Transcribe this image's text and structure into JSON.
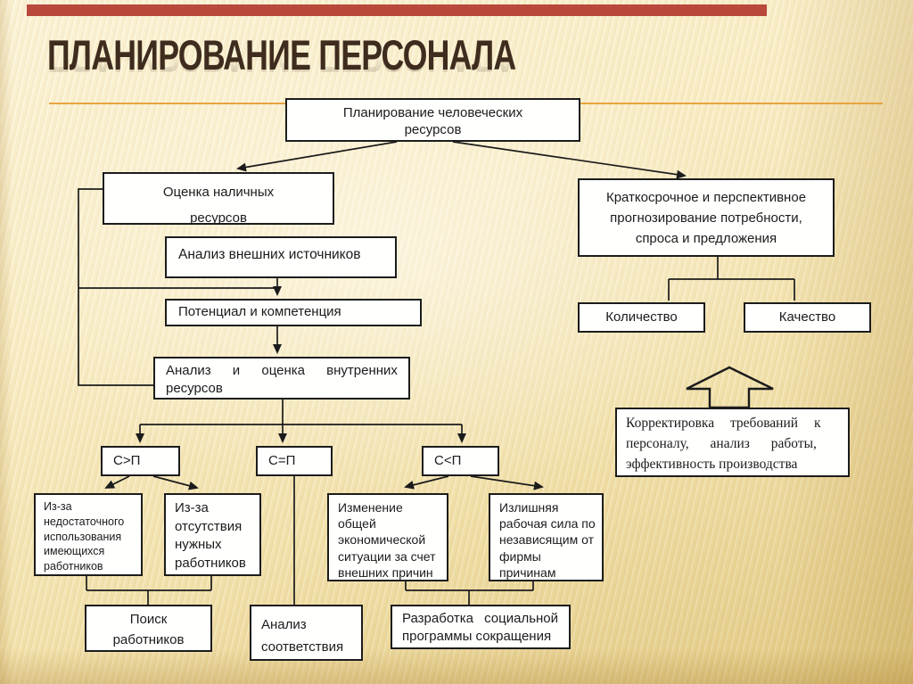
{
  "slide": {
    "title": "ПЛАНИРОВАНИЕ ПЕРСОНАЛА",
    "accent_bar_color": "#b9493b",
    "divider_color": "#e8a440",
    "background_color": "#f7ecc4",
    "box_border_color": "#1c1c1c",
    "line_color": "#1b1b1b"
  },
  "nodes": {
    "planning": {
      "lines": [
        "Планирование человеческих",
        "ресурсов"
      ]
    },
    "assess_available": {
      "lines": [
        "Оценка наличных",
        "ресурсов"
      ]
    },
    "external_sources": {
      "label": "Анализ внешних источников"
    },
    "potential_competence": {
      "label": "Потенциал и компетенция"
    },
    "internal_resources": {
      "lines": [
        "Анализ и оценка внутренних",
        "ресурсов"
      ]
    },
    "forecast": {
      "lines": [
        "Краткосрочное и перспективное",
        "прогнозирование потребности,",
        "спроса и предложения"
      ]
    },
    "quantity": {
      "label": "Количество"
    },
    "quality": {
      "label": "Качество"
    },
    "s_gt_p": {
      "label": "С>П"
    },
    "s_eq_p": {
      "label": "С=П"
    },
    "s_lt_p": {
      "label": "С<П"
    },
    "underuse": {
      "lines": [
        "Из-за",
        "недостаточного",
        "использования",
        "имеющихся",
        "работников"
      ]
    },
    "lack_workers": {
      "lines": [
        "Из-за",
        "отсутствия",
        "нужных",
        "работников"
      ]
    },
    "economic_change": {
      "lines": [
        "Изменение",
        "общей",
        "экономической",
        "ситуации за счет",
        "внешних причин"
      ]
    },
    "surplus_labor": {
      "lines": [
        "Излишняя",
        "рабочая сила по",
        "независящим от",
        "фирмы",
        "причинам"
      ]
    },
    "search_workers": {
      "lines": [
        "Поиск",
        "работников"
      ]
    },
    "conformity_analysis": {
      "lines": [
        "Анализ",
        "соответствия"
      ]
    },
    "reduction_program": {
      "lines": [
        "Разработка социальной",
        "программы сокращения"
      ]
    },
    "requirements_correction": {
      "lines": [
        "Корректировка требований к",
        "персоналу, анализ работы,",
        "эффективность производства"
      ]
    }
  }
}
